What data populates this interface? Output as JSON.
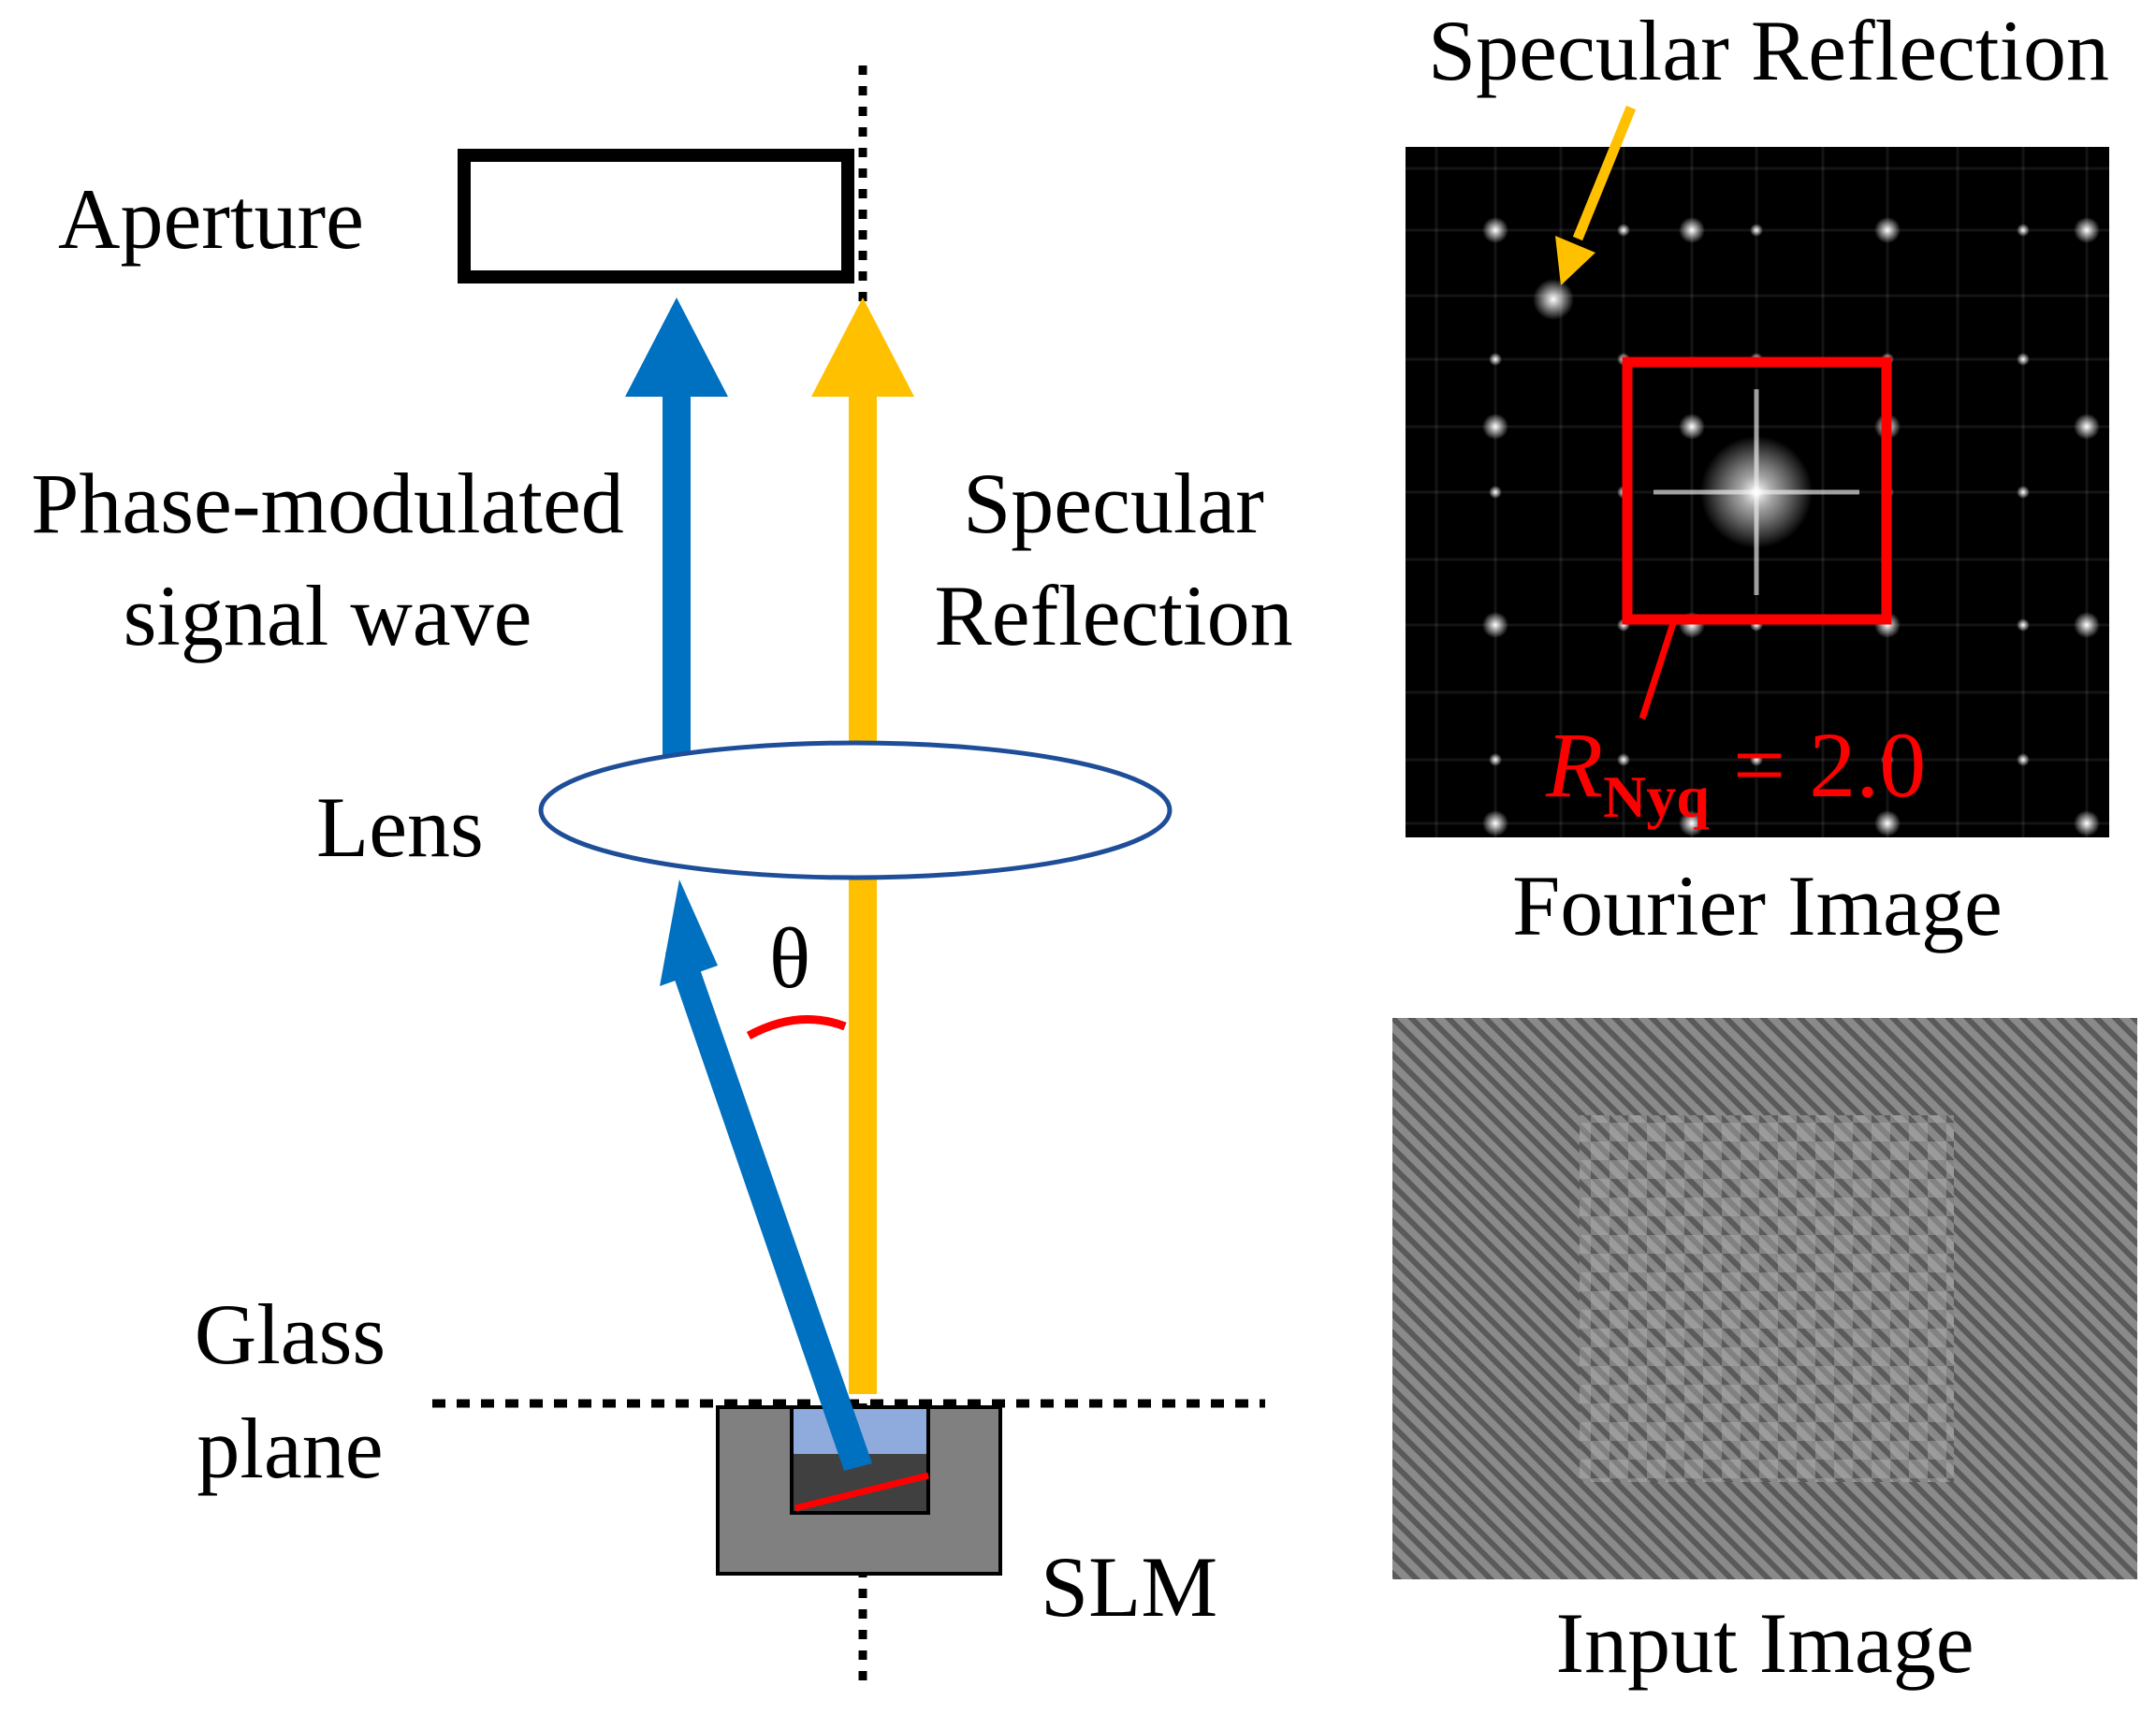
{
  "labels": {
    "aperture": "Aperture",
    "phase_line1": "Phase-modulated",
    "phase_line2": "signal wave",
    "specular_line1": "Specular",
    "specular_line2": "Reflection",
    "lens": "Lens",
    "theta": "θ",
    "glass_line1": "Glass",
    "glass_line2": "plane",
    "slm": "SLM",
    "specular_top": "Specular Reflection",
    "fourier_caption": "Fourier Image",
    "input_caption": "Input Image",
    "rnyq_symbol": "R",
    "rnyq_subscript": "Nyq",
    "rnyq_value": " = 2.0"
  },
  "colors": {
    "signal_blue": "#0070c0",
    "specular_yellow": "#ffc000",
    "annotation_red": "#ff0000",
    "lens_outline": "#1f4e99",
    "slm_outer": "#808080",
    "slm_inner": "#404040",
    "glass_layer": "#8faadc",
    "fourier_bg": "#000000",
    "input_gray": "#7f7f7f"
  }
}
